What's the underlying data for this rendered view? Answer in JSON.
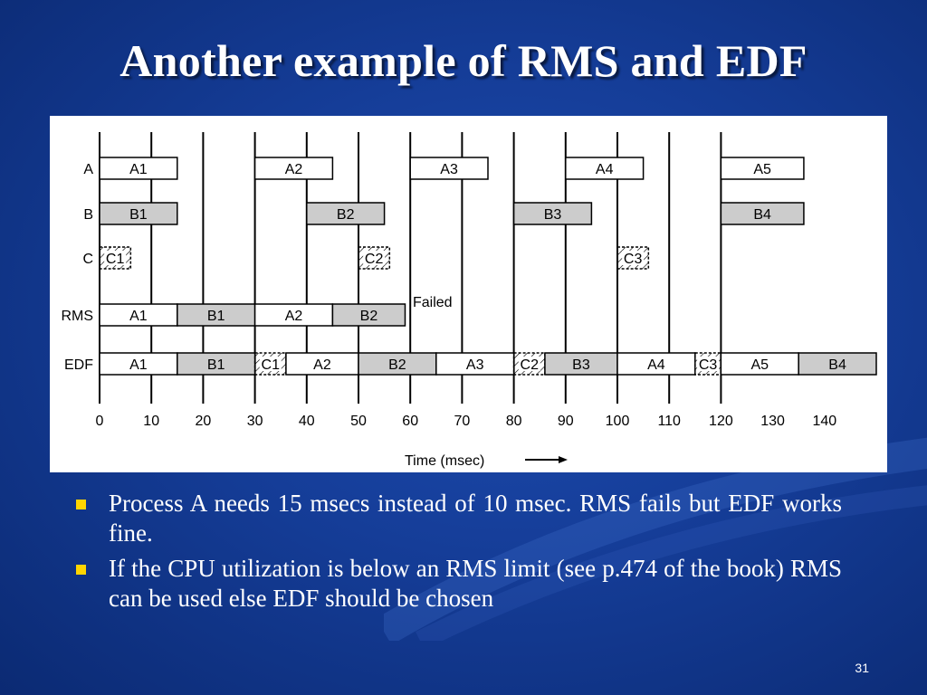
{
  "slide": {
    "title": "Another example of RMS and EDF",
    "page_number": "31"
  },
  "diagram": {
    "row_labels": [
      "A",
      "B",
      "C",
      "RMS",
      "EDF"
    ],
    "x_axis": {
      "ticks": [
        "0",
        "10",
        "20",
        "30",
        "40",
        "50",
        "60",
        "70",
        "80",
        "90",
        "100",
        "110",
        "120",
        "130",
        "140"
      ],
      "label": "Time (msec)"
    },
    "deadline_times": [
      10,
      20,
      30,
      40,
      50,
      60,
      70,
      80,
      90,
      100,
      110,
      120
    ],
    "rows": {
      "A": [
        {
          "label": "A1",
          "start": 0,
          "end": 15,
          "kind": "white"
        },
        {
          "label": "A2",
          "start": 30,
          "end": 45,
          "kind": "white"
        },
        {
          "label": "A3",
          "start": 60,
          "end": 75,
          "kind": "white"
        },
        {
          "label": "A4",
          "start": 90,
          "end": 105,
          "kind": "white"
        },
        {
          "label": "A5",
          "start": 120,
          "end": 136,
          "kind": "white"
        }
      ],
      "B": [
        {
          "label": "B1",
          "start": 0,
          "end": 15,
          "kind": "gray"
        },
        {
          "label": "B2",
          "start": 40,
          "end": 55,
          "kind": "gray"
        },
        {
          "label": "B3",
          "start": 80,
          "end": 95,
          "kind": "gray"
        },
        {
          "label": "B4",
          "start": 120,
          "end": 136,
          "kind": "gray"
        }
      ],
      "C": [
        {
          "label": "C1",
          "start": 0,
          "end": 6,
          "kind": "hatch"
        },
        {
          "label": "C2",
          "start": 50,
          "end": 56,
          "kind": "hatch"
        },
        {
          "label": "C3",
          "start": 100,
          "end": 106,
          "kind": "hatch"
        }
      ],
      "RMS": [
        {
          "label": "A1",
          "start": 0,
          "end": 15,
          "kind": "white"
        },
        {
          "label": "B1",
          "start": 15,
          "end": 30,
          "kind": "gray"
        },
        {
          "label": "A2",
          "start": 30,
          "end": 45,
          "kind": "white"
        },
        {
          "label": "B2",
          "start": 45,
          "end": 59,
          "kind": "gray"
        }
      ],
      "EDF": [
        {
          "label": "A1",
          "start": 0,
          "end": 15,
          "kind": "white"
        },
        {
          "label": "B1",
          "start": 15,
          "end": 30,
          "kind": "gray"
        },
        {
          "label": "C1",
          "start": 30,
          "end": 36,
          "kind": "hatch"
        },
        {
          "label": "A2",
          "start": 36,
          "end": 50,
          "kind": "white"
        },
        {
          "label": "B2",
          "start": 50,
          "end": 65,
          "kind": "gray"
        },
        {
          "label": "A3",
          "start": 65,
          "end": 80,
          "kind": "white"
        },
        {
          "label": "C2",
          "start": 80,
          "end": 86,
          "kind": "hatch"
        },
        {
          "label": "B3",
          "start": 86,
          "end": 100,
          "kind": "gray"
        },
        {
          "label": "A4",
          "start": 100,
          "end": 115,
          "kind": "white"
        },
        {
          "label": "C3",
          "start": 115,
          "end": 120,
          "kind": "hatch"
        },
        {
          "label": "A5",
          "start": 120,
          "end": 135,
          "kind": "white"
        },
        {
          "label": "B4",
          "start": 135,
          "end": 150,
          "kind": "gray"
        }
      ]
    },
    "failed_label": "Failed",
    "colors": {
      "white_fill": "#ffffff",
      "gray_fill": "#cccccc",
      "outline": "#000000"
    }
  },
  "bullets": [
    "Process A needs 15 msecs instead of 10 msec. RMS fails but EDF works fine.",
    "If the CPU utilization is below an RMS limit (see p.474 of the book) RMS can be used else EDF should be chosen"
  ],
  "colors": {
    "background": "#153d98",
    "bullet": "#ffd500",
    "text": "#ffffff"
  }
}
